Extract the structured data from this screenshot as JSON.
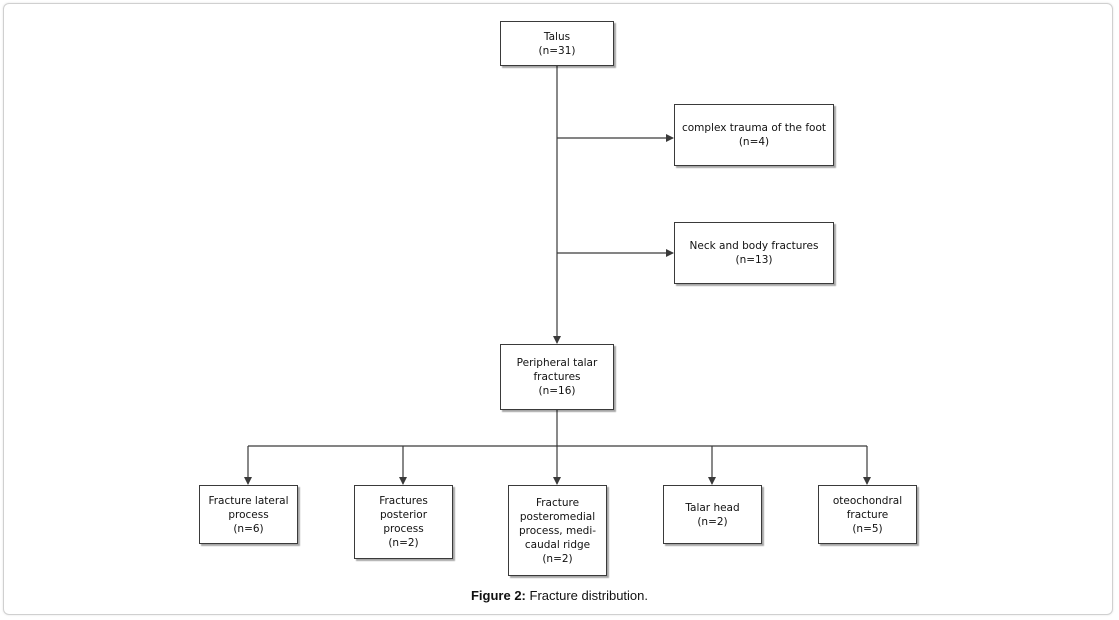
{
  "diagram": {
    "root": {
      "title": "Talus",
      "count": "(n=31)"
    },
    "branch_a": {
      "title": "complex trauma of the foot",
      "count": "(n=4)"
    },
    "branch_b": {
      "title": "Neck and body fractures",
      "count": "(n=13)"
    },
    "peripheral": {
      "line1": "Peripheral talar",
      "line2": "fractures",
      "count": "(n=16)"
    },
    "leaves": [
      {
        "line1": "Fracture lateral",
        "line2": "process",
        "count": "(n=6)"
      },
      {
        "line1": "Fractures",
        "line2": "posterior",
        "line3": "process",
        "count": "(n=2)"
      },
      {
        "line1": "Fracture",
        "line2": "posteromedial",
        "line3": "process, medi-",
        "line4": "caudal ridge",
        "count": "(n=2)"
      },
      {
        "line1": "Talar head",
        "count": "(n=2)"
      },
      {
        "line1": "oteochondral",
        "line2": "fracture",
        "count": "(n=5)"
      }
    ]
  },
  "caption": {
    "label": "Figure 2:",
    "text": " Fracture distribution."
  }
}
